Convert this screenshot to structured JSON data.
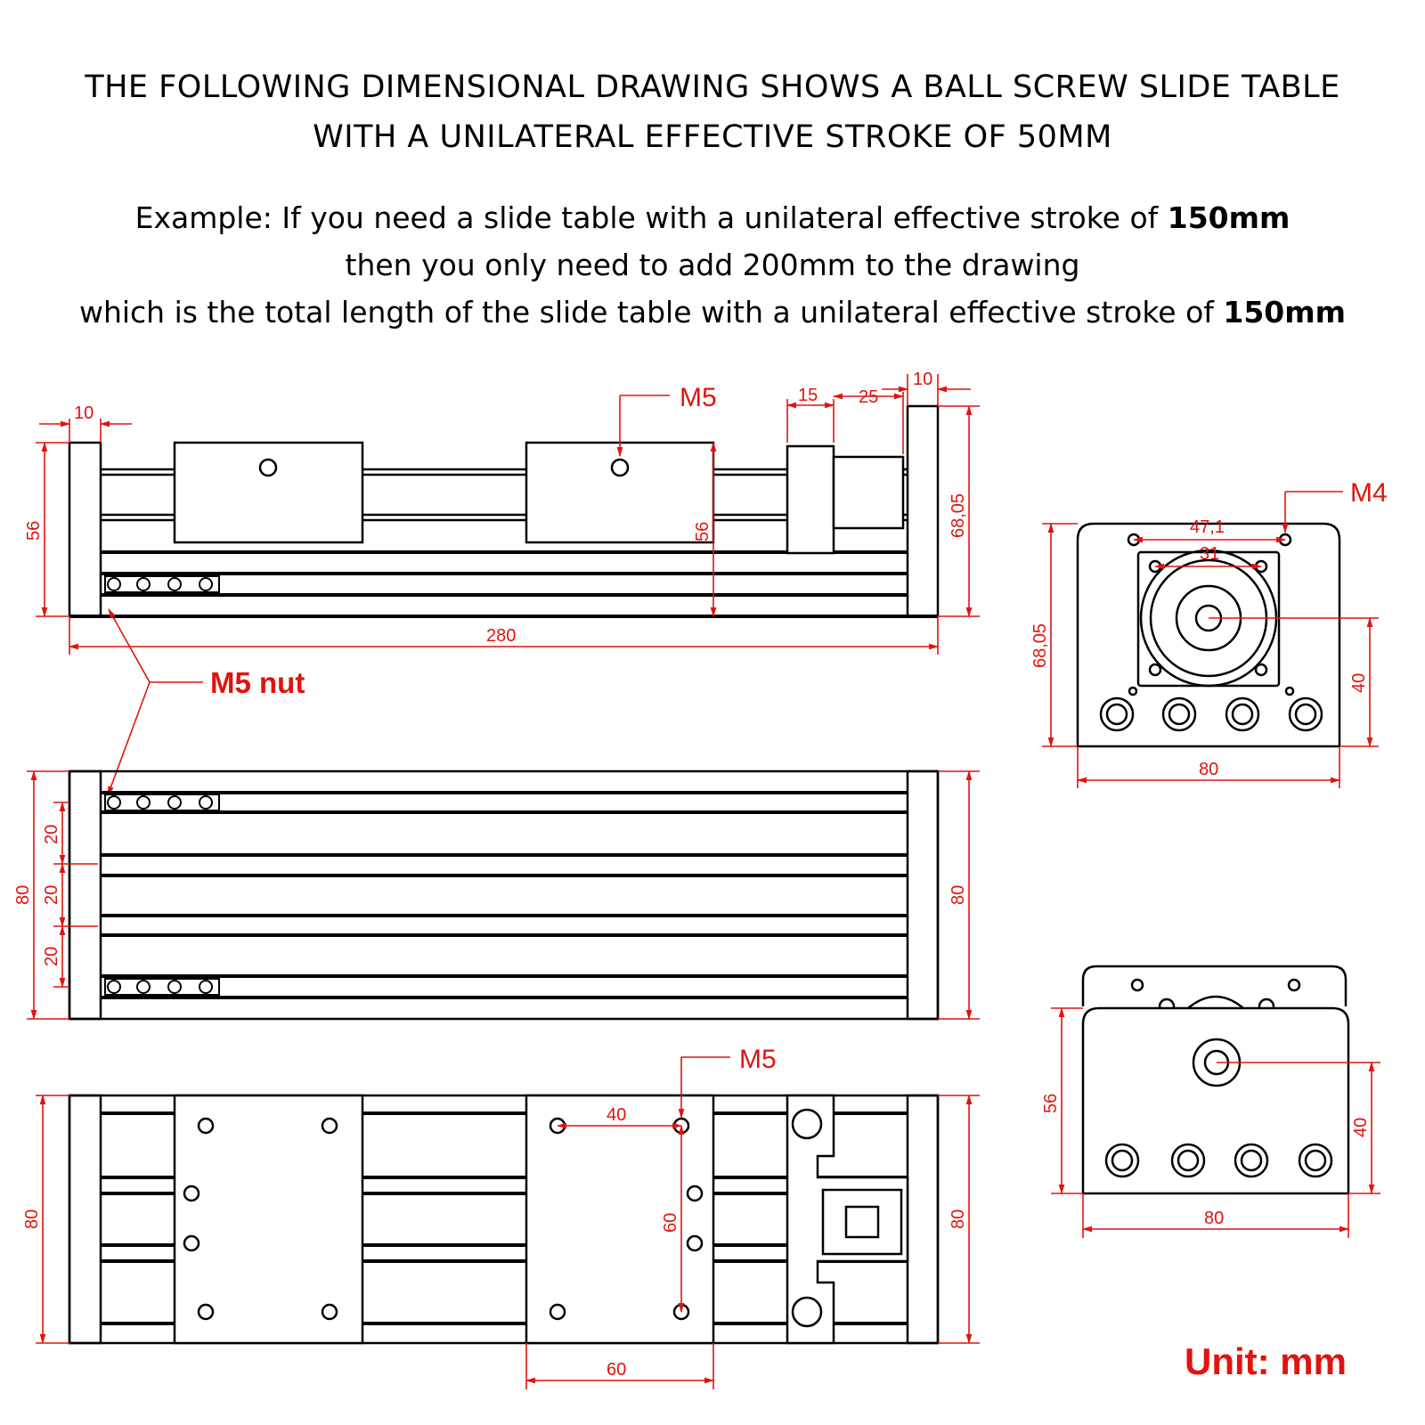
{
  "header": {
    "title_line1": "THE FOLLOWING DIMENSIONAL DRAWING SHOWS A BALL SCREW SLIDE TABLE",
    "title_line2": "WITH A UNILATERAL EFFECTIVE STROKE OF 50MM",
    "example_line1_a": "Example: If you need a slide table with a unilateral effective stroke of ",
    "example_line1_b": "150mm",
    "example_line2": "then you only need to add 200mm to the drawing",
    "example_line3_a": "which is the total length of the slide table with a unilateral effective stroke of ",
    "example_line3_b": "150mm"
  },
  "callouts": {
    "m5_top": "M5",
    "m5_nut": "M5 nut",
    "m4": "M4",
    "m5_bottom": "M5"
  },
  "dims": {
    "side_left_10": "10",
    "side_15": "15",
    "side_25": "25",
    "side_right_10": "10",
    "side_56_left": "56",
    "side_56_mid": "56",
    "side_68": "68,05",
    "side_280": "280",
    "top_20a": "20",
    "top_20b": "20",
    "top_20c": "20",
    "top_80_left": "80",
    "top_80_right": "80",
    "bottom_80_left": "80",
    "bottom_80_right": "80",
    "bottom_40": "40",
    "bottom_60_vert": "60",
    "bottom_60_horiz": "60",
    "end_47": "47,1",
    "end_31": "31",
    "end_68": "68,05",
    "end_40": "40",
    "end_80": "80",
    "end2_56": "56",
    "end2_40": "40",
    "end2_80": "80"
  },
  "unit_label": "Unit: mm",
  "colors": {
    "dimension": "#e0140f",
    "outline": "#000000"
  }
}
